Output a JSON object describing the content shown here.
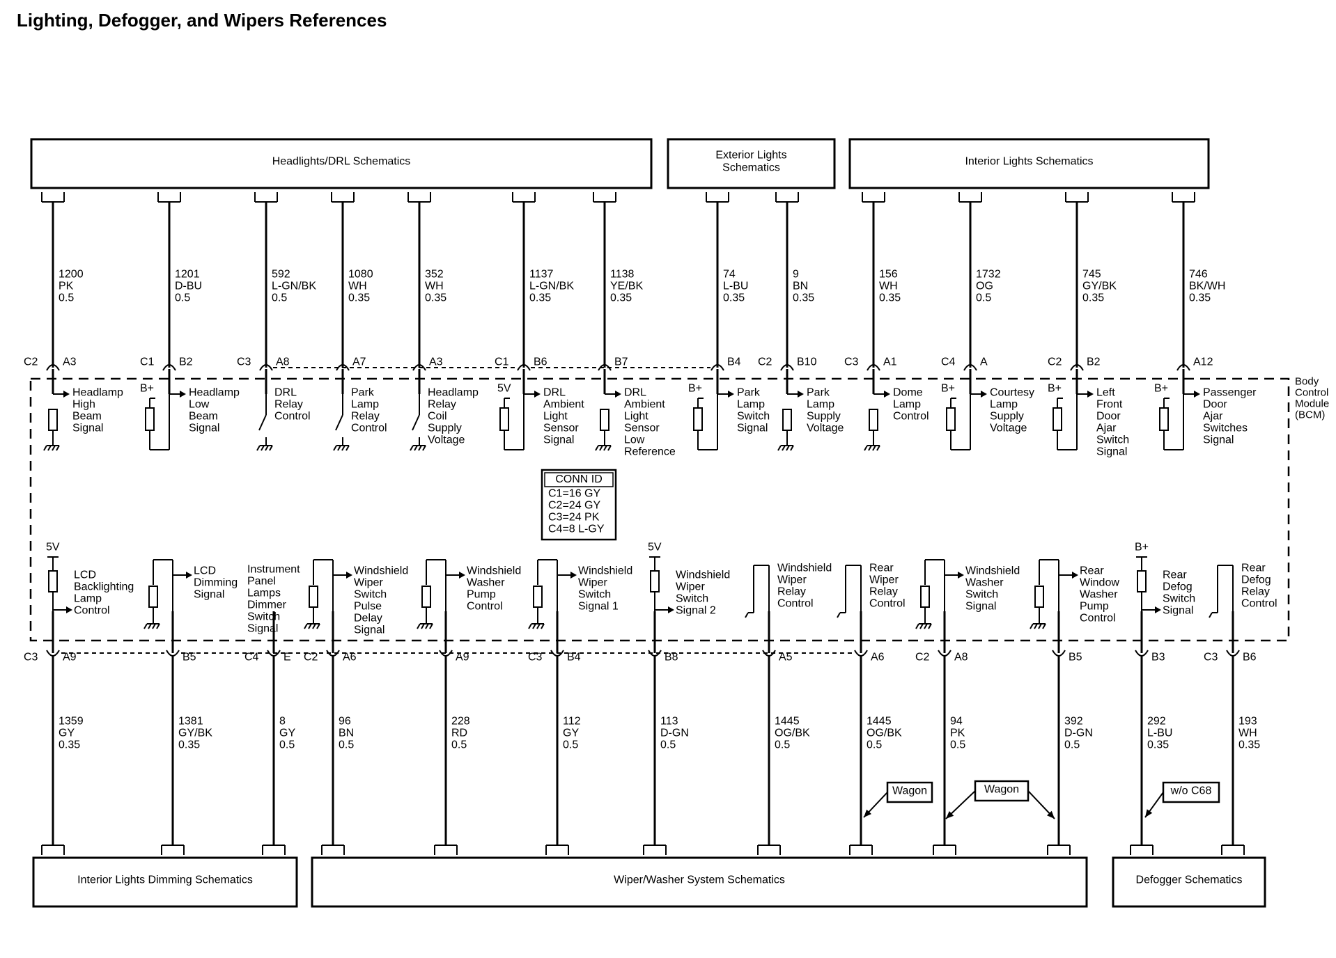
{
  "title": "Lighting, Defogger, and Wipers References",
  "module_label": [
    "Body",
    "Control",
    "Module",
    "(BCM)"
  ],
  "conn_id": {
    "title": "CONN ID",
    "entries": [
      "C1=16 GY",
      "C2=24 GY",
      "C3=24 PK",
      "C4=8 L-GY"
    ]
  },
  "top_boxes": [
    {
      "label": [
        "Headlights/DRL Schematics"
      ]
    },
    {
      "label": [
        "Exterior Lights",
        "Schematics"
      ]
    },
    {
      "label": [
        "Interior Lights Schematics"
      ]
    }
  ],
  "bottom_boxes": [
    {
      "label": [
        "Interior Lights Dimming Schematics"
      ]
    },
    {
      "label": [
        "Wiper/Washer System Schematics"
      ]
    },
    {
      "label": [
        "Defogger Schematics"
      ]
    }
  ],
  "top_circuits": [
    {
      "circuit": "1200",
      "color": "PK",
      "gauge": "0.5",
      "connector": "C2",
      "pin": "A3",
      "internal": "ground-resistor",
      "function": [
        "Headlamp",
        "High",
        "Beam",
        "Signal"
      ]
    },
    {
      "circuit": "1201",
      "color": "D-BU",
      "gauge": "0.5",
      "connector": "C1",
      "pin": "B2",
      "internal": "pullup-b",
      "function": [
        "Headlamp",
        "Low",
        "Beam",
        "Signal"
      ],
      "supply": "B+"
    },
    {
      "circuit": "592",
      "color": "L-GN/BK",
      "gauge": "0.5",
      "connector": "C3",
      "pin": "A8",
      "internal": "switch",
      "function": [
        "DRL",
        "Relay",
        "Control"
      ]
    },
    {
      "circuit": "1080",
      "color": "WH",
      "gauge": "0.35",
      "connector": "",
      "pin": "A7",
      "internal": "switch",
      "function": [
        "Park",
        "Lamp",
        "Relay",
        "Control"
      ]
    },
    {
      "circuit": "352",
      "color": "WH",
      "gauge": "0.35",
      "connector": "",
      "pin": "A3",
      "internal": "switch",
      "function": [
        "Headlamp",
        "Relay",
        "Coil",
        "Supply",
        "Voltage"
      ]
    },
    {
      "circuit": "1137",
      "color": "L-GN/BK",
      "gauge": "0.35",
      "connector": "C1",
      "pin": "B6",
      "internal": "pullup-5v",
      "function": [
        "DRL",
        "Ambient",
        "Light",
        "Sensor",
        "Signal"
      ],
      "supply": "5V"
    },
    {
      "circuit": "1138",
      "color": "YE/BK",
      "gauge": "0.35",
      "connector": "",
      "pin": "B7",
      "internal": "ground-resistor",
      "function": [
        "DRL",
        "Ambient",
        "Light",
        "Sensor",
        "Low",
        "Reference"
      ]
    },
    {
      "circuit": "74",
      "color": "L-BU",
      "gauge": "0.35",
      "connector": "",
      "pin": "B4",
      "internal": "pullup-b",
      "function": [
        "Park",
        "Lamp",
        "Switch",
        "Signal"
      ],
      "supply": "B+"
    },
    {
      "circuit": "9",
      "color": "BN",
      "gauge": "0.35",
      "connector": "C2",
      "pin": "B10",
      "internal": "ground-resistor",
      "function": [
        "Park",
        "Lamp",
        "Supply",
        "Voltage"
      ]
    },
    {
      "circuit": "156",
      "color": "WH",
      "gauge": "0.35",
      "connector": "C3",
      "pin": "A1",
      "internal": "ground-resistor",
      "function": [
        "Dome",
        "Lamp",
        "Control"
      ]
    },
    {
      "circuit": "1732",
      "color": "OG",
      "gauge": "0.5",
      "connector": "C4",
      "pin": "A",
      "internal": "pullup-b",
      "function": [
        "Courtesy",
        "Lamp",
        "Supply",
        "Voltage"
      ],
      "supply": "B+"
    },
    {
      "circuit": "745",
      "color": "GY/BK",
      "gauge": "0.35",
      "connector": "C2",
      "pin": "B2",
      "internal": "pullup-b",
      "function": [
        "Left",
        "Front",
        "Door",
        "Ajar",
        "Switch",
        "Signal"
      ],
      "supply": "B+"
    },
    {
      "circuit": "746",
      "color": "BK/WH",
      "gauge": "0.35",
      "connector": "",
      "pin": "A12",
      "internal": "pullup-b",
      "function": [
        "Passenger",
        "Door",
        "Ajar",
        "Switches",
        "Signal"
      ],
      "supply": "B+"
    }
  ],
  "bottom_circuits": [
    {
      "circuit": "1359",
      "color": "GY",
      "gauge": "0.35",
      "connector": "C3",
      "pin": "A9",
      "internal": "supply-5v",
      "function": [
        "LCD",
        "Backlighting",
        "Lamp",
        "Control"
      ],
      "supply": "5V"
    },
    {
      "circuit": "1381",
      "color": "GY/BK",
      "gauge": "0.35",
      "connector": "",
      "pin": "B5",
      "internal": "loop-ground",
      "function": [
        "LCD",
        "Dimming",
        "Signal"
      ]
    },
    {
      "circuit": "8",
      "color": "GY",
      "gauge": "0.5",
      "connector": "C4",
      "pin": "E",
      "internal": "none",
      "function": [
        "Instrument",
        "Panel",
        "Lamps",
        "Dimmer",
        "Switch",
        "Signal"
      ]
    },
    {
      "circuit": "96",
      "color": "BN",
      "gauge": "0.5",
      "connector": "C2",
      "pin": "A6",
      "internal": "loop-ground",
      "function": [
        "Windshield",
        "Wiper",
        "Switch",
        "Pulse",
        "Delay",
        "Signal"
      ]
    },
    {
      "circuit": "228",
      "color": "RD",
      "gauge": "0.5",
      "connector": "",
      "pin": "A9",
      "internal": "loop-ground",
      "function": [
        "Windshield",
        "Washer",
        "Pump",
        "Control"
      ]
    },
    {
      "circuit": "112",
      "color": "GY",
      "gauge": "0.5",
      "connector": "C3",
      "pin": "B4",
      "internal": "loop-ground",
      "function": [
        "Windshield",
        "Wiper",
        "Switch",
        "Signal 1"
      ]
    },
    {
      "circuit": "113",
      "color": "D-GN",
      "gauge": "0.5",
      "connector": "",
      "pin": "B8",
      "internal": "supply-5v",
      "function": [
        "Windshield",
        "Wiper",
        "Switch",
        "Signal 2"
      ],
      "supply": "5V"
    },
    {
      "circuit": "1445",
      "color": "OG/BK",
      "gauge": "0.5",
      "connector": "",
      "pin": "A5",
      "internal": "relay-switch",
      "function": [
        "Windshield",
        "Wiper",
        "Relay",
        "Control"
      ]
    },
    {
      "circuit": "1445",
      "color": "OG/BK",
      "gauge": "0.5",
      "connector": "",
      "pin": "A6",
      "internal": "relay-switch",
      "function": [
        "Rear",
        "Wiper",
        "Relay",
        "Control"
      ]
    },
    {
      "circuit": "94",
      "color": "PK",
      "gauge": "0.5",
      "connector": "C2",
      "pin": "A8",
      "internal": "loop-ground",
      "function": [
        "Windshield",
        "Washer",
        "Switch",
        "Signal"
      ]
    },
    {
      "circuit": "392",
      "color": "D-GN",
      "gauge": "0.5",
      "connector": "",
      "pin": "B5",
      "internal": "loop-ground",
      "function": [
        "Rear",
        "Window",
        "Washer",
        "Pump",
        "Control"
      ]
    },
    {
      "circuit": "292",
      "color": "L-BU",
      "gauge": "0.35",
      "connector": "",
      "pin": "B3",
      "internal": "supply-5v",
      "function": [
        "Rear",
        "Defog",
        "Switch",
        "Signal"
      ],
      "supply": "B+"
    },
    {
      "circuit": "193",
      "color": "WH",
      "gauge": "0.35",
      "connector": "C3",
      "pin": "B6",
      "internal": "relay-switch",
      "function": [
        "Rear",
        "Defog",
        "Relay",
        "Control"
      ]
    }
  ],
  "callouts": [
    "Wagon",
    "Wagon",
    "w/o C68"
  ]
}
